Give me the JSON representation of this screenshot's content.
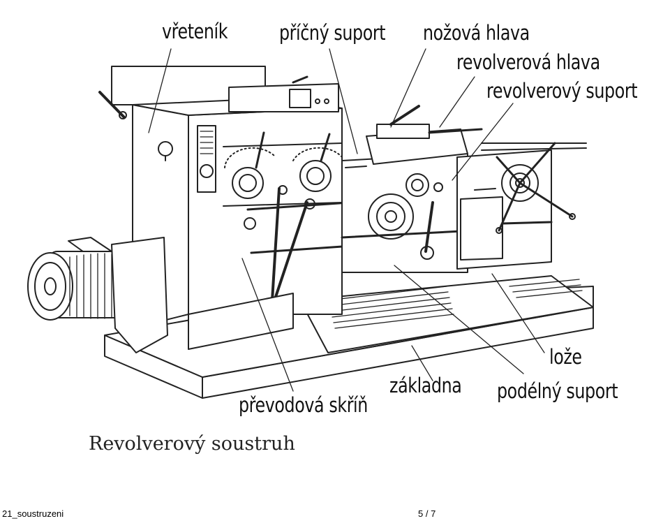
{
  "figure": {
    "labels": {
      "vreteník": "vřeteník",
      "pricny_suport": "příčný suport",
      "nozova_hlava": "nožová hlava",
      "revolverova_hlava": "revolverová hlava",
      "revolverovy_suport": "revolverový suport",
      "loze": "lože",
      "podelny_suport": "podélný suport",
      "zakladna": "základna",
      "prevodova_skrin": "převodová skříň"
    },
    "caption": "Revolverový soustruh"
  },
  "footer": {
    "document_name": "21_soustruzeni",
    "page_indicator": "5 / 7"
  }
}
